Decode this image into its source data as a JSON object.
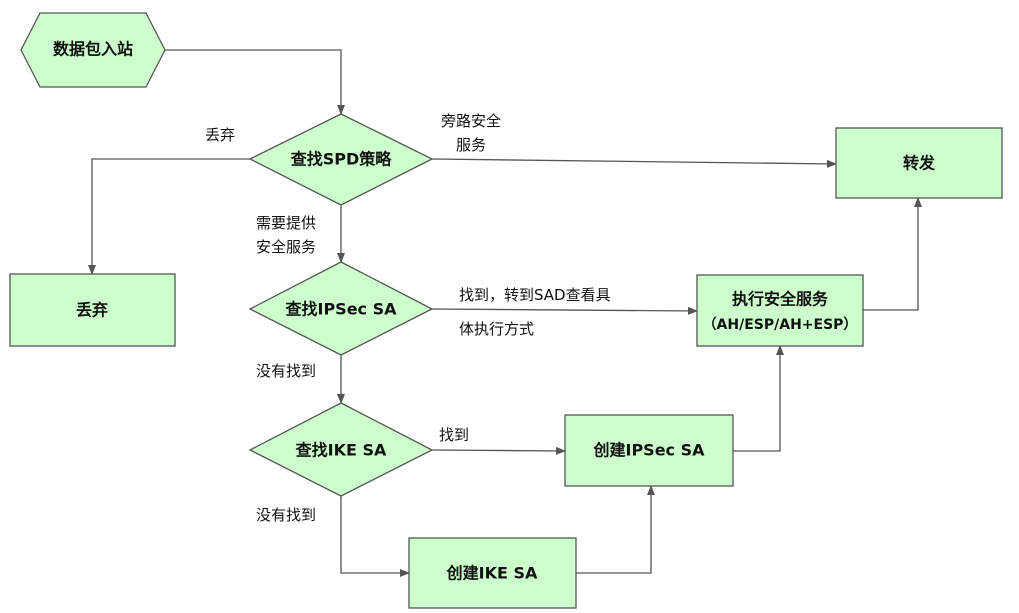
{
  "nodes": {
    "start": "数据包入站",
    "query_spd": "查找SPD策略",
    "query_ipsec": "查找IPSec SA",
    "query_ike": "查找IKE SA",
    "discard": "丢弃",
    "forward": "转发",
    "execute_line1": "执行安全服务",
    "execute_line2": "（AH/ESP/AH+ESP）",
    "create_ipsec": "创建IPSec SA",
    "create_ike": "创建IKE SA"
  },
  "edge_labels": {
    "discard": "丢弃",
    "bypass_line1": "旁路安全",
    "bypass_line2": "服务",
    "need_line1": "需要提供",
    "need_line2": "安全服务",
    "found_sad_line1": "找到，转到SAD查看具",
    "found_sad_line2": "体执行方式",
    "not_found_1": "没有找到",
    "found": "找到",
    "not_found_2": "没有找到"
  },
  "colors": {
    "node_fill": "#ccffcc",
    "node_stroke": "#555555",
    "edge": "#555555"
  }
}
